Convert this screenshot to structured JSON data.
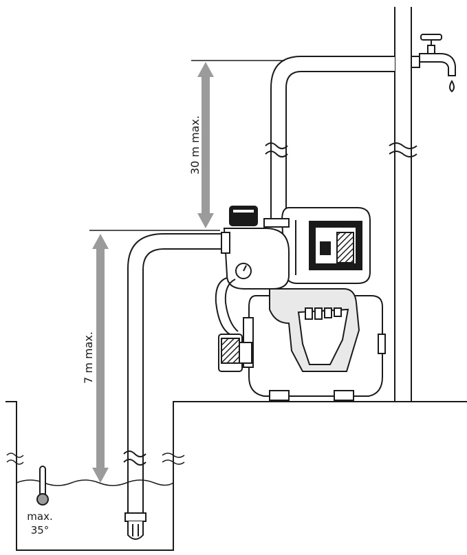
{
  "labels": {
    "max_discharge_height": "30 m max.",
    "max_suction_depth": "7 m max.",
    "max_temperature_line1": "max.",
    "max_temperature_line2": "35°"
  },
  "icons": {
    "faucet": "faucet-icon",
    "thermometer": "thermometer-icon",
    "pump": "booster-pump-icon",
    "foot_valve": "foot-valve-icon"
  },
  "colors": {
    "line": "#1a1a1a",
    "arrow": "#9b9b9b"
  }
}
